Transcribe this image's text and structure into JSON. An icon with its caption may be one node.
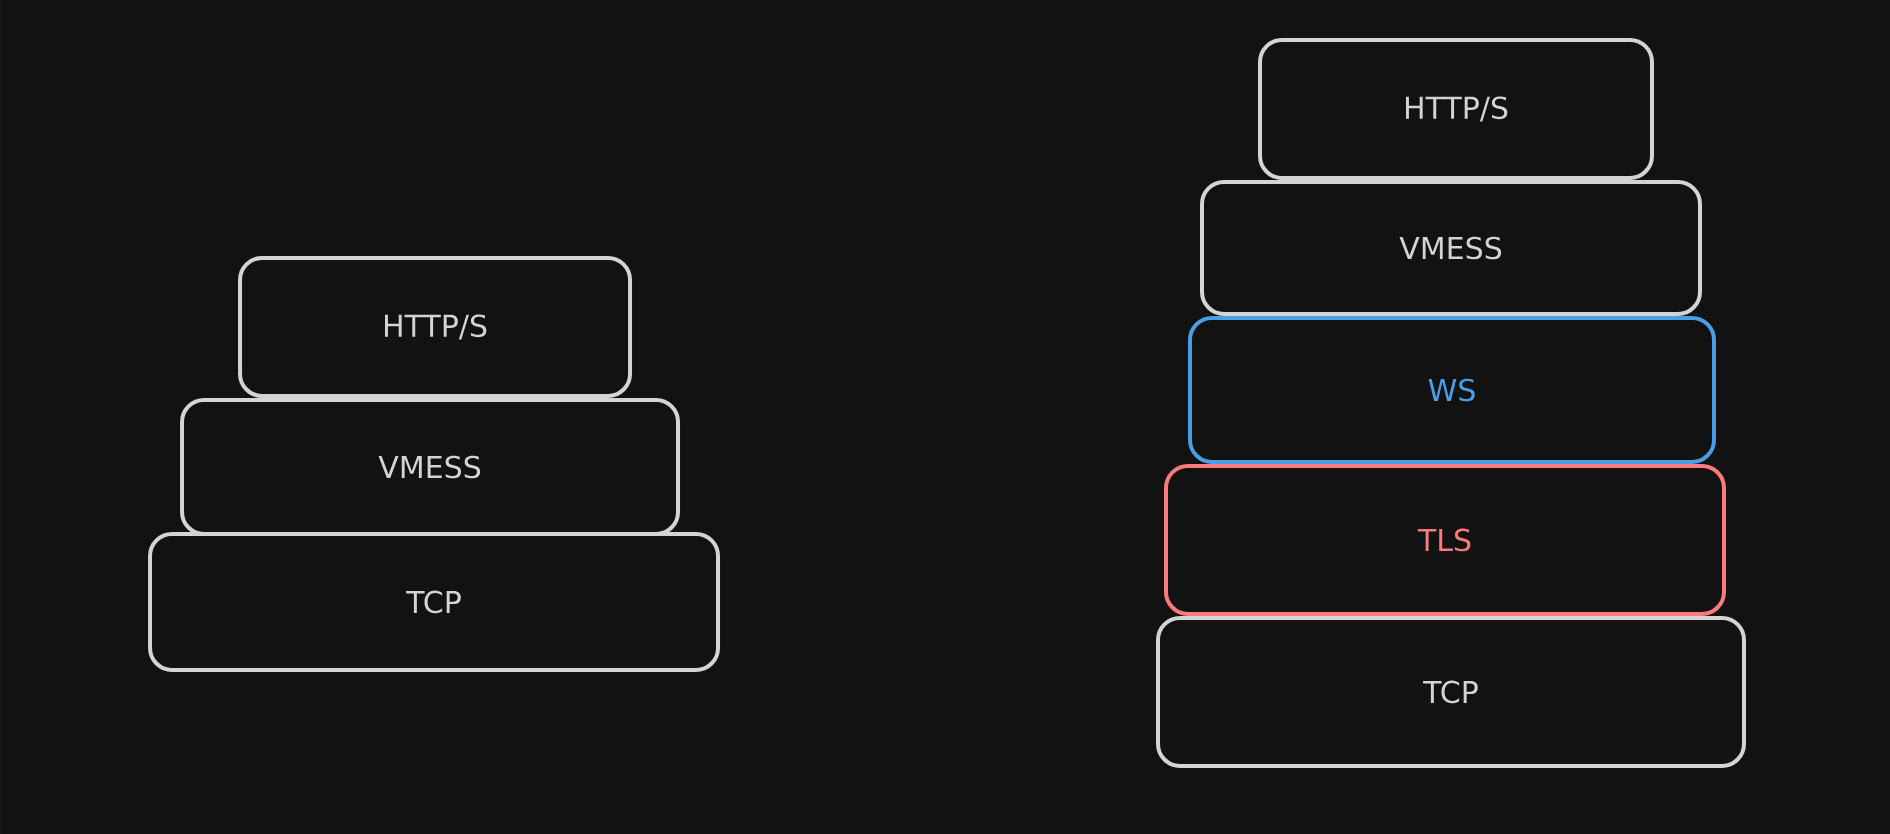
{
  "diagram": {
    "nodes": [
      {
        "text": [
          "HTTP/S"
        ]
      },
      {
        "text": [
          "VMESS"
        ]
      },
      {
        "text": [
          "TCP"
        ]
      },
      {
        "text": [
          "HTTP/S"
        ]
      },
      {
        "text": [
          "VMESS"
        ]
      },
      {
        "text": [
          "WS"
        ]
      },
      {
        "text": [
          "TLS"
        ]
      },
      {
        "text": [
          "TCP"
        ]
      }
    ]
  }
}
